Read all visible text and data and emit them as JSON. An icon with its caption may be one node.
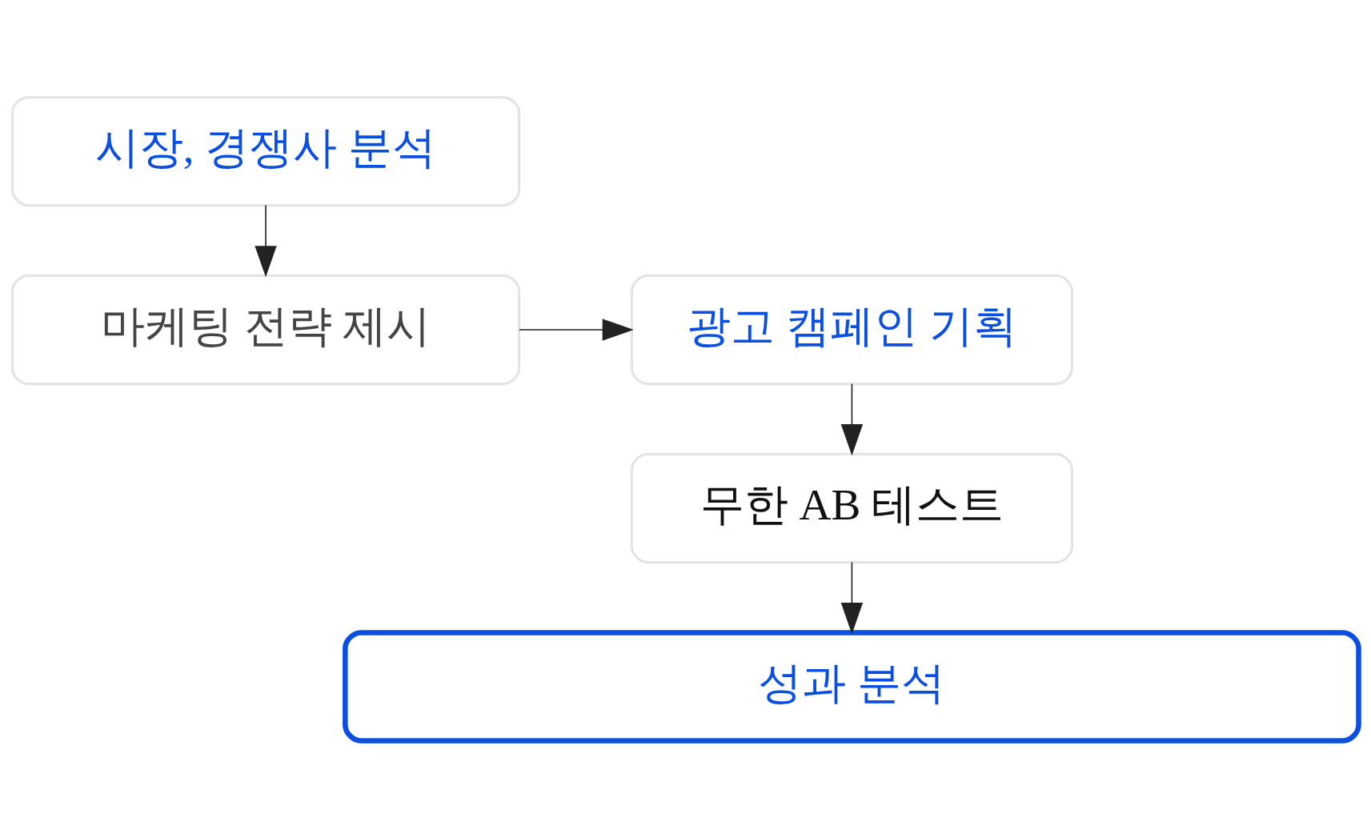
{
  "diagram": {
    "nodes": [
      {
        "text": [
          "시장, 경쟁사 분석"
        ]
      },
      {
        "text": [
          "마케팅 전략 제시"
        ]
      },
      {
        "text": [
          "광고 캠페인 기획"
        ]
      },
      {
        "text": [
          "무한 AB 테스트"
        ]
      },
      {
        "text": [
          "성과 분석"
        ]
      }
    ],
    "edges": [
      {
        "from": 0,
        "to": 1,
        "arrow": "to"
      },
      {
        "from": 1,
        "to": 2,
        "arrow": "to"
      },
      {
        "from": 2,
        "to": 3,
        "arrow": "to"
      },
      {
        "from": 3,
        "to": 4,
        "arrow": "to"
      }
    ]
  }
}
